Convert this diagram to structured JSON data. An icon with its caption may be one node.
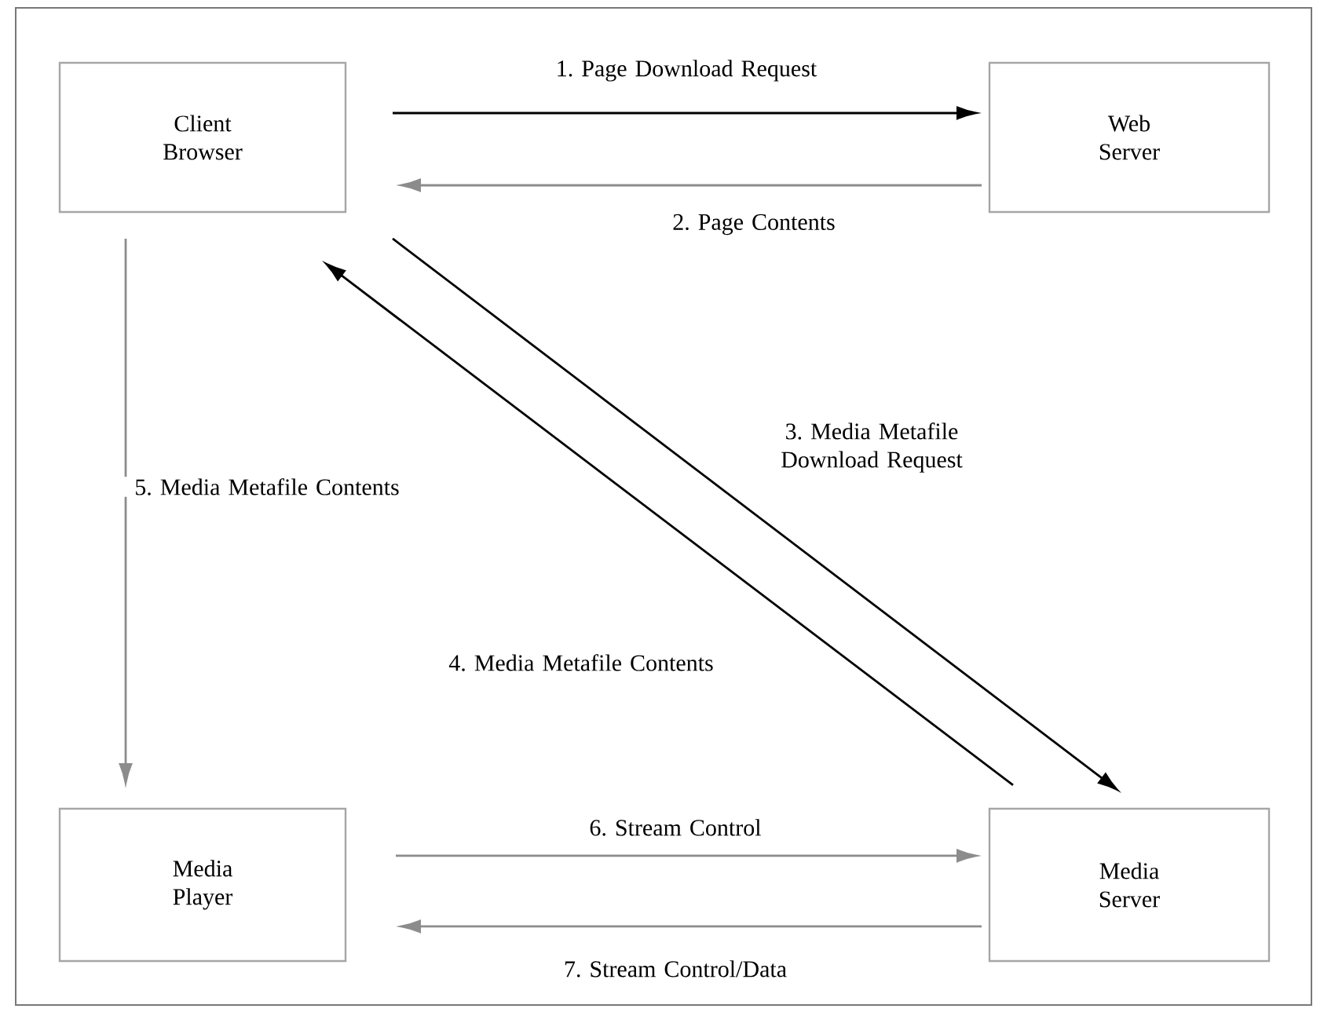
{
  "diagram": {
    "nodes": [
      {
        "text": [
          "Client Browser"
        ]
      },
      {
        "text": [
          "Web Server"
        ]
      },
      {
        "text": [
          "Media Player"
        ]
      },
      {
        "text": [
          "Media Server"
        ]
      }
    ],
    "edges": [
      {
        "from": 0,
        "to": 1,
        "arrow": "to",
        "label": "1. Page Download Request",
        "color": "#000000"
      },
      {
        "from": 1,
        "to": 0,
        "arrow": "to",
        "label": "2. Page Contents"
      },
      {
        "from": 0,
        "to": 3,
        "arrow": "to",
        "label": "3. Media Metafile Download Request",
        "color": "#000000"
      },
      {
        "from": 3,
        "to": 0,
        "arrow": "to",
        "label": "4. Media Metafile Contents",
        "color": "#000000"
      },
      {
        "from": 0,
        "to": 2,
        "arrow": "to",
        "label": "5. Media Metafile Contents"
      },
      {
        "from": 2,
        "to": 3,
        "arrow": "to",
        "label": "6. Stream Control"
      },
      {
        "from": 3,
        "to": 2,
        "arrow": "to",
        "label": "7. Stream Control/Data"
      }
    ]
  }
}
